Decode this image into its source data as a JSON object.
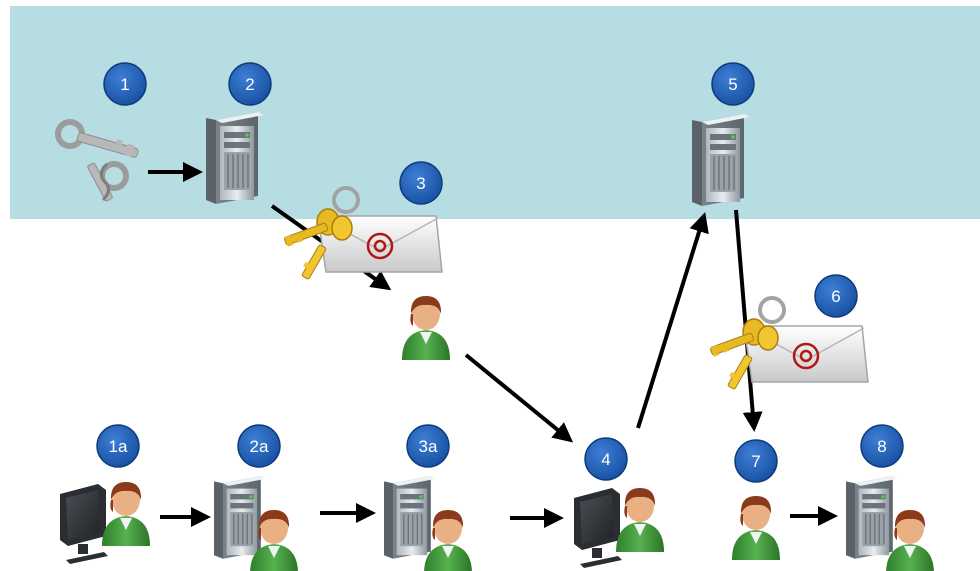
{
  "colors": {
    "band": "#b6dde2",
    "badge_fill": "#1f5fb7",
    "badge_stroke": "#0d3b7d",
    "arrow": "#000000",
    "person_shirt": "#3f9a3c",
    "person_hair": "#8b3a1c",
    "person_skin": "#e8b083",
    "server_body": "#cdd3d8",
    "key_gold": "#e8b923",
    "envelope": "#eeeeee",
    "email_at": "#b01818"
  },
  "badges": [
    "1",
    "2",
    "3",
    "5",
    "6",
    "1a",
    "2a",
    "3a",
    "4",
    "7",
    "8"
  ],
  "icons": {
    "key": "key-icon",
    "server": "server-icon",
    "keys_email": "keys-email-icon",
    "person": "person-icon",
    "computer_user": "computer-user-icon",
    "server_user": "server-user-icon"
  }
}
